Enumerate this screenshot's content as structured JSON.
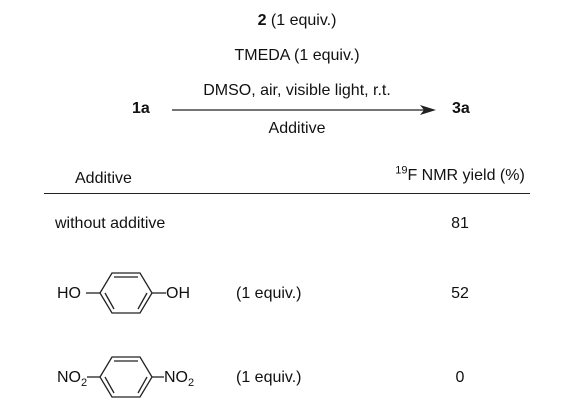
{
  "scheme": {
    "reagent_1_bold": "2",
    "reagent_1_rest": " (1 equiv.)",
    "reagent_2": "TMEDA (1 equiv.)",
    "reagent_3": "DMSO, air, visible light, r.t.",
    "below_arrow": "Additive",
    "reactant": "1a",
    "product": "3a"
  },
  "table": {
    "col_additive": "Additive",
    "col_yield_sup": "19",
    "col_yield_rest": "F NMR yield (%)",
    "rows": [
      {
        "additive": "without additive",
        "yield": "81"
      },
      {
        "sub_left": "HO",
        "sub_right": "OH",
        "amount": "(1 equiv.)",
        "yield": "52"
      },
      {
        "sub_left_main": "NO",
        "sub_left_sub": "2",
        "sub_right_main": "NO",
        "sub_right_sub": "2",
        "amount": "(1 equiv.)",
        "yield": "0"
      }
    ]
  }
}
